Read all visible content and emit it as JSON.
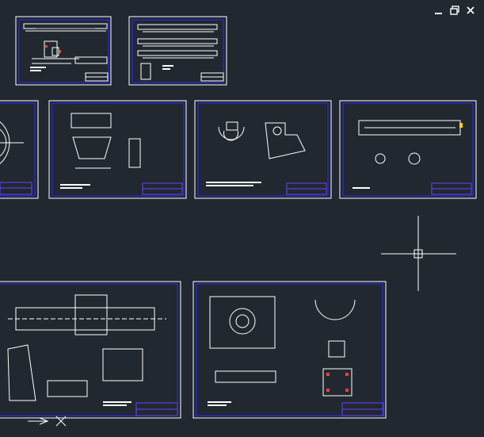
{
  "window_controls": [
    {
      "name": "minimize",
      "icon": "minimize-icon"
    },
    {
      "name": "restore",
      "icon": "restore-icon"
    },
    {
      "name": "close",
      "icon": "close-icon"
    }
  ],
  "viewport": {
    "background": "#212830",
    "crosshair_color": "#ffffff",
    "sheet_border_color": "#2a2aff",
    "sheet_frame_color": "#ffffff",
    "title_block_color": "#6a40ff"
  },
  "sheets": [
    {
      "id": "sheet-top-left"
    },
    {
      "id": "sheet-top-right"
    },
    {
      "id": "sheet-mid-1"
    },
    {
      "id": "sheet-mid-2"
    },
    {
      "id": "sheet-mid-3"
    },
    {
      "id": "sheet-mid-4"
    },
    {
      "id": "sheet-bottom-left"
    },
    {
      "id": "sheet-bottom-right"
    }
  ]
}
